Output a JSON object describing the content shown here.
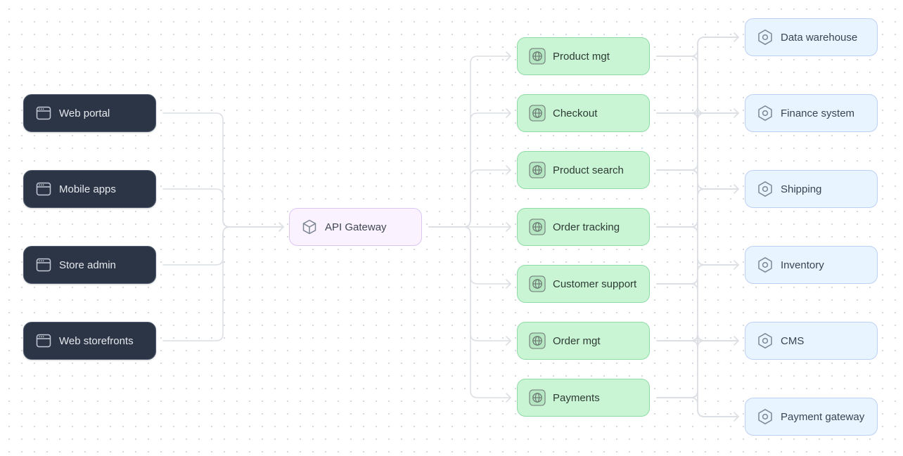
{
  "clients": [
    {
      "id": "web-portal",
      "label": "Web portal",
      "icon": "browser-window-icon"
    },
    {
      "id": "mobile-apps",
      "label": "Mobile apps",
      "icon": "browser-window-icon"
    },
    {
      "id": "store-admin",
      "label": "Store admin",
      "icon": "browser-window-icon"
    },
    {
      "id": "web-storefronts",
      "label": "Web storefronts",
      "icon": "browser-window-icon"
    }
  ],
  "gateway": {
    "id": "api-gateway",
    "label": "API Gateway",
    "icon": "cube-icon"
  },
  "services": [
    {
      "id": "product-mgt",
      "label": "Product mgt",
      "icon": "globe-icon"
    },
    {
      "id": "checkout",
      "label": "Checkout",
      "icon": "globe-icon"
    },
    {
      "id": "product-search",
      "label": "Product search",
      "icon": "globe-icon"
    },
    {
      "id": "order-tracking",
      "label": "Order tracking",
      "icon": "globe-icon"
    },
    {
      "id": "customer-support",
      "label": "Customer support",
      "icon": "globe-icon"
    },
    {
      "id": "order-mgt",
      "label": "Order mgt",
      "icon": "globe-icon"
    },
    {
      "id": "payments",
      "label": "Payments",
      "icon": "globe-icon"
    }
  ],
  "systems": [
    {
      "id": "data-warehouse",
      "label": "Data warehouse",
      "icon": "hexagon-icon"
    },
    {
      "id": "finance-system",
      "label": "Finance system",
      "icon": "hexagon-icon"
    },
    {
      "id": "shipping",
      "label": "Shipping",
      "icon": "hexagon-icon"
    },
    {
      "id": "inventory",
      "label": "Inventory",
      "icon": "hexagon-icon"
    },
    {
      "id": "cms",
      "label": "CMS",
      "icon": "hexagon-icon"
    },
    {
      "id": "payment-gateway",
      "label": "Payment gateway",
      "icon": "hexagon-icon"
    }
  ],
  "colors": {
    "client_bg": "#2c3545",
    "gateway_bg": "#fbf2ff",
    "service_bg": "#c9f5d5",
    "system_bg": "#e8f4ff",
    "edge": "#dcdfe4"
  }
}
